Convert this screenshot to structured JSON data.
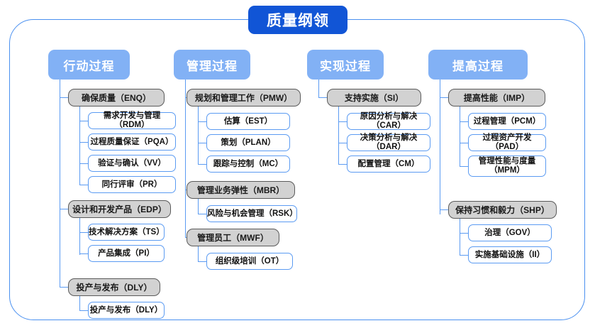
{
  "root": {
    "title": "质量纲领"
  },
  "columns": [
    {
      "id": "col-action",
      "header": "行动过程",
      "groups": [
        {
          "label": "确保质量（ENQ）",
          "items": [
            "需求开发与管理（RDM）",
            "过程质量保证（PQA）",
            "验证与确认（VV）",
            "同行评审（PR）"
          ]
        },
        {
          "label": "设计和开发产品（EDP）",
          "items": [
            "技术解决方案（TS）",
            "产品集成（PI）"
          ]
        },
        {
          "label": "投产与发布（DLY）",
          "items": [
            "投产与发布（DLY）"
          ]
        }
      ]
    },
    {
      "id": "col-manage",
      "header": "管理过程",
      "groups": [
        {
          "label": "规划和管理工作（PMW）",
          "items": [
            "估算（EST）",
            "策划（PLAN）",
            "跟踪与控制（MC）"
          ]
        },
        {
          "label": "管理业务弹性（MBR）",
          "items": [
            "风险与机会管理（RSK）"
          ]
        },
        {
          "label": "管理员工（MWF）",
          "items": [
            "组织级培训（OT）"
          ]
        }
      ]
    },
    {
      "id": "col-implement",
      "header": "实现过程",
      "groups": [
        {
          "label": "支持实施（SI）",
          "items": [
            "原因分析与解决（CAR）",
            "决策分析与解决（DAR）",
            "配置管理（CM）"
          ]
        }
      ]
    },
    {
      "id": "col-improve",
      "header": "提高过程",
      "groups": [
        {
          "label": "提高性能（IMP）",
          "items": [
            "过程管理（PCM）",
            "过程资产开发（PAD）",
            "管理性能与度量\n（MPM）"
          ]
        },
        {
          "label": "保持习惯和毅力（SHP）",
          "items": [
            "治理（GOV）",
            "实施基础设施（II）"
          ]
        }
      ]
    }
  ],
  "colors": {
    "root_box": "#1155d6",
    "column_header": "#82b1f5",
    "group_box": "#d2d2d2",
    "group_border": "#5a5a5a",
    "leaf_border": "#5b9bf2",
    "frame_border": "#4a90f0",
    "connector": "#5b9bf2"
  }
}
